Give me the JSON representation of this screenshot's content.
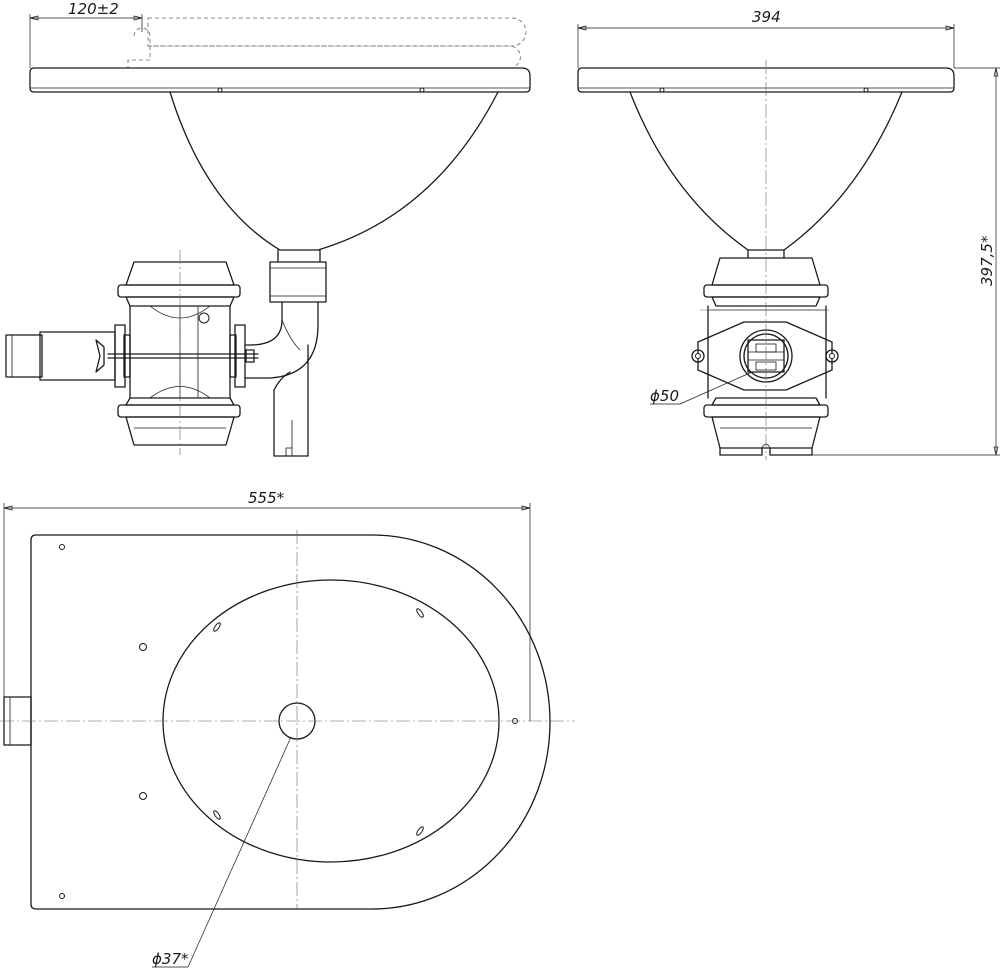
{
  "drawing": {
    "stroke_color": "#1a1a1a",
    "background": "#ffffff",
    "dimensions": {
      "front_offset": "120±2",
      "side_width": "394",
      "side_height": "397,5*",
      "side_outlet": "ϕ50",
      "top_length": "555*",
      "top_drain": "ϕ37*"
    }
  }
}
